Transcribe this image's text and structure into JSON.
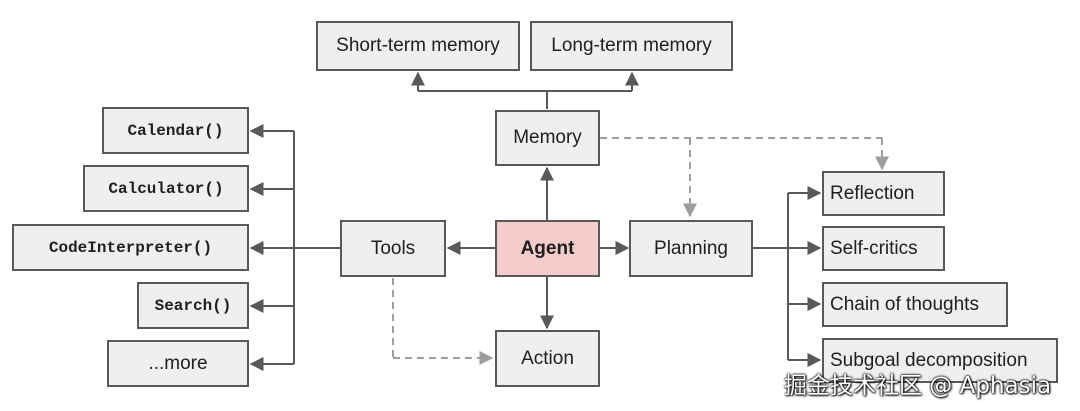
{
  "nodes": {
    "agent": "Agent",
    "memory": "Memory",
    "short_term_memory": "Short-term memory",
    "long_term_memory": "Long-term memory",
    "tools": "Tools",
    "planning": "Planning",
    "action": "Action",
    "tool_items": [
      "Calendar()",
      "Calculator()",
      "CodeInterpreter()",
      "Search()",
      "...more"
    ],
    "planning_items": [
      "Reflection",
      "Self-critics",
      "Chain of thoughts",
      "Subgoal decomposition"
    ]
  },
  "colors": {
    "box_fill": "#efefef",
    "box_border": "#595959",
    "agent_fill": "#f4cccc",
    "arrow": "#595959",
    "dashed_arrow": "#9e9e9e"
  },
  "watermark": "掘金技术社区 @ Aphasia"
}
